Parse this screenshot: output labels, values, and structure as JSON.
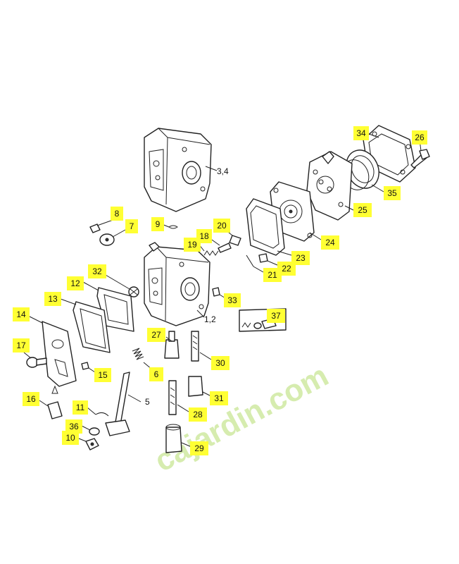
{
  "diagram": {
    "callouts": [
      "34",
      "26",
      "35",
      "25",
      "24",
      "23",
      "22",
      "21",
      "20",
      "18",
      "19",
      "9",
      "8",
      "7",
      "32",
      "33",
      "12",
      "13",
      "14",
      "17",
      "15",
      "16",
      "11",
      "36",
      "10",
      "5",
      "6",
      "27",
      "30",
      "31",
      "28",
      "29",
      "37"
    ],
    "plain_labels": {
      "housing_top": "3,4",
      "housing_bottom": "1,2"
    },
    "watermark": "cajardin.com",
    "highlight_color": "#ffff33"
  }
}
